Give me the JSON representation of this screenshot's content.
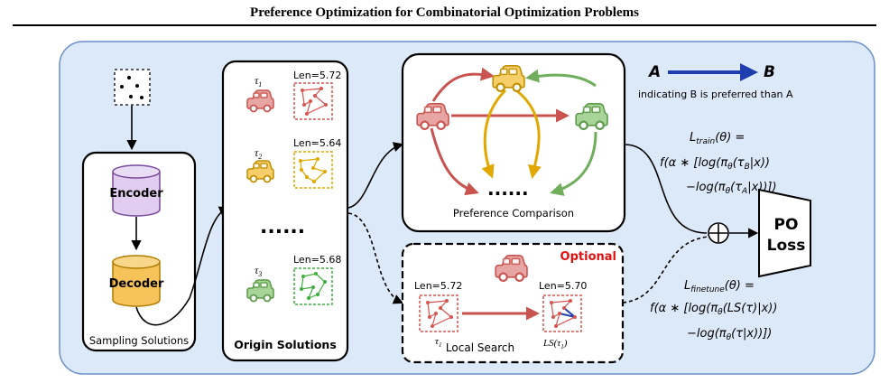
{
  "page_title": "Preference Optimization for Combinatorial Optimization Problems",
  "encoder_label": "Encoder",
  "decoder_label": "Decoder",
  "sampling_label": "Sampling Solutions",
  "origin_label": "Origin Solutions",
  "solutions": [
    {
      "tau": "τ",
      "sub": "1",
      "len": "Len=5.72",
      "color": "#d9534f"
    },
    {
      "tau": "τ",
      "sub": "2",
      "len": "Len=5.64",
      "color": "#e0a800"
    },
    {
      "tau": "τ",
      "sub": "3",
      "len": "Len=5.68",
      "color": "#5cb85c"
    }
  ],
  "ellipsis": "......",
  "preference_label": "Preference Comparison",
  "legend": {
    "a": "A",
    "b": "B",
    "text": "indicating B is preferred than A"
  },
  "optional_label": "Optional",
  "local_search": {
    "label": "Local Search",
    "before_len": "Len=5.72",
    "after_len": "Len=5.70",
    "before_tau": "τ",
    "before_sub": "1",
    "after_tau": "LS(τ",
    "after_sub": "1",
    "after_close": ")"
  },
  "loss_train": {
    "line1": "L",
    "line1_sub": "train",
    "line1_rest": "(θ) =",
    "line2": "f(α ∗ [log(π",
    "line2_rest": "(τ",
    "line2_sub": "B",
    "line2_end": "|x))",
    "line3": "−log(π",
    "line3_rest": "(τ",
    "line3_sub": "A",
    "line3_end": "|x))])"
  },
  "loss_finetune": {
    "line1": "L",
    "line1_sub": "finetune",
    "line1_rest": "(θ) =",
    "line2": "f(α ∗ [log(π",
    "line2_rest": "(LS(τ)|x))",
    "line3": "−log(π",
    "line3_rest": "(τ|x))])"
  },
  "theta_sub": "θ",
  "plus_symbol": "⊕",
  "po_loss": {
    "line1": "PO",
    "line2": "Loss"
  },
  "colors": {
    "bg": "#dce9f8",
    "bg_border": "#6a8fc7",
    "red": "#c9534e",
    "yellow": "#e0a800",
    "green": "#6fae5a",
    "blue": "#1f3fb0"
  }
}
